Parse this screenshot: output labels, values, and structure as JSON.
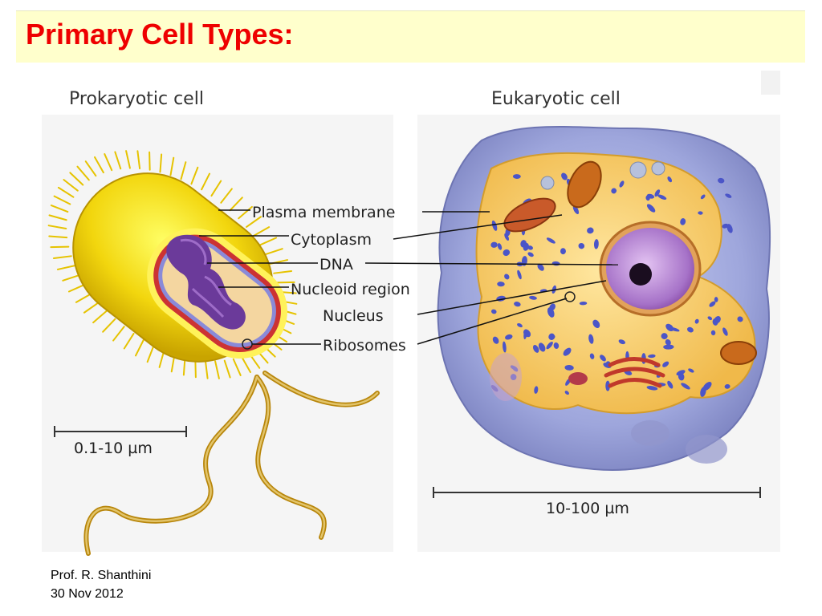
{
  "slide": {
    "title": "Primary Cell Types:"
  },
  "diagram": {
    "prokaryote_title": "Prokaryotic cell",
    "eukaryote_title": "Eukaryotic cell",
    "labels": [
      "Plasma membrane",
      "Cytoplasm",
      "DNA",
      "Nucleoid region",
      "Nucleus",
      "Ribosomes"
    ],
    "prokaryote_scale": "0.1-10 µm",
    "eukaryote_scale": "10-100 µm"
  },
  "footer": {
    "author": "Prof. R. Shanthini",
    "date": "30 Nov 2012"
  },
  "colors": {
    "title": "#ee0000",
    "title_background": "#ffffcc"
  }
}
